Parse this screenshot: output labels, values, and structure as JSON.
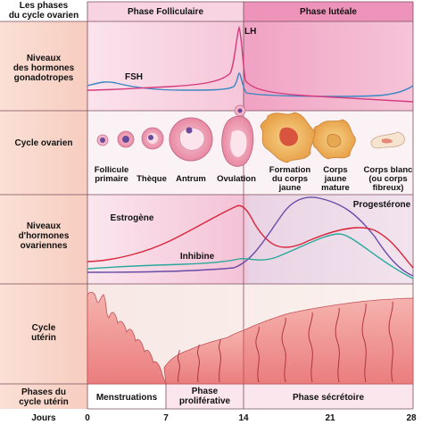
{
  "left_column": {
    "header": "Les phases\ndu cycle ovarien",
    "gonadotropes": "Niveaux\ndes hormones\ngonadotropes",
    "ovarian_cycle": "Cycle ovarien",
    "ovarian_hormones": "Niveaux\nd'hormones\novariennes",
    "uterine_cycle": "Cycle\nutérin",
    "uterine_phases": "Phases du\ncycle utérin",
    "days": "Jours"
  },
  "phases": {
    "follicular": "Phase Folliculaire",
    "luteal": "Phase lutéale"
  },
  "gonadotropes": {
    "lh": "LH",
    "fsh": "FSH"
  },
  "ovary_stages": [
    "Follicule\nprimaire",
    "Thèque",
    "Antrum",
    "Ovulation",
    "Formation\ndu corps\njaune",
    "Corps\njaune\nmature",
    "Corps blanc\n(ou corps\nfibreux)"
  ],
  "hormones": {
    "estrogen": "Estrogène",
    "inhibin": "Inhibine",
    "progesterone": "Progestérone"
  },
  "uterine_phases": {
    "menstruation": "Menstruations",
    "proliferative": "Phase\nproliférative",
    "secretory": "Phase sécrétoire"
  },
  "days_axis": {
    "ticks": [
      "0",
      "7",
      "14",
      "21",
      "28"
    ]
  },
  "colors": {
    "follicular_bg": "#f9dbe6",
    "luteal_bg": "#f1a7c6",
    "lh_line": "#d43a7e",
    "fsh_line": "#3a86c4",
    "estrogen_line": "#d8263a",
    "inhibin_line": "#28a89a",
    "progesterone_line": "#6a4aa8",
    "endometrium": "#f29a9a"
  }
}
